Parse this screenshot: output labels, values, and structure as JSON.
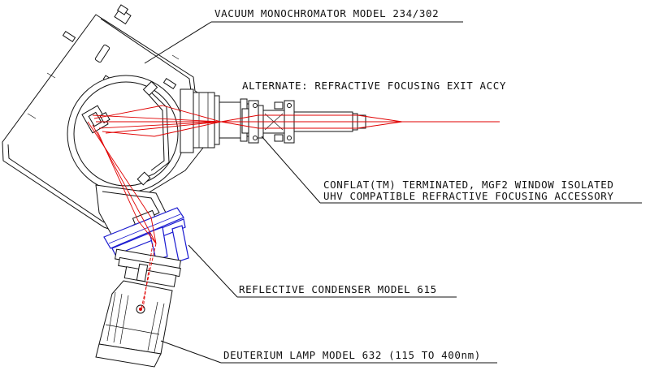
{
  "labels": {
    "monochromator": "VACUUM MONOCHROMATOR MODEL 234/302",
    "exit_accessory": "ALTERNATE: REFRACTIVE FOCUSING EXIT ACCY",
    "conflat_line1": "CONFLAT(TM) TERMINATED, MGF2 WINDOW ISOLATED",
    "conflat_line2": "UHV COMPATIBLE REFRACTIVE FOCUSING ACCESSORY",
    "condenser": "REFLECTIVE CONDENSER MODEL 615",
    "lamp": "DEUTERIUM LAMP MODEL 632 (115 TO 400nm)"
  },
  "colors": {
    "line": "#111111",
    "beam": "#e00000",
    "condenser": "#1a1ad0"
  }
}
